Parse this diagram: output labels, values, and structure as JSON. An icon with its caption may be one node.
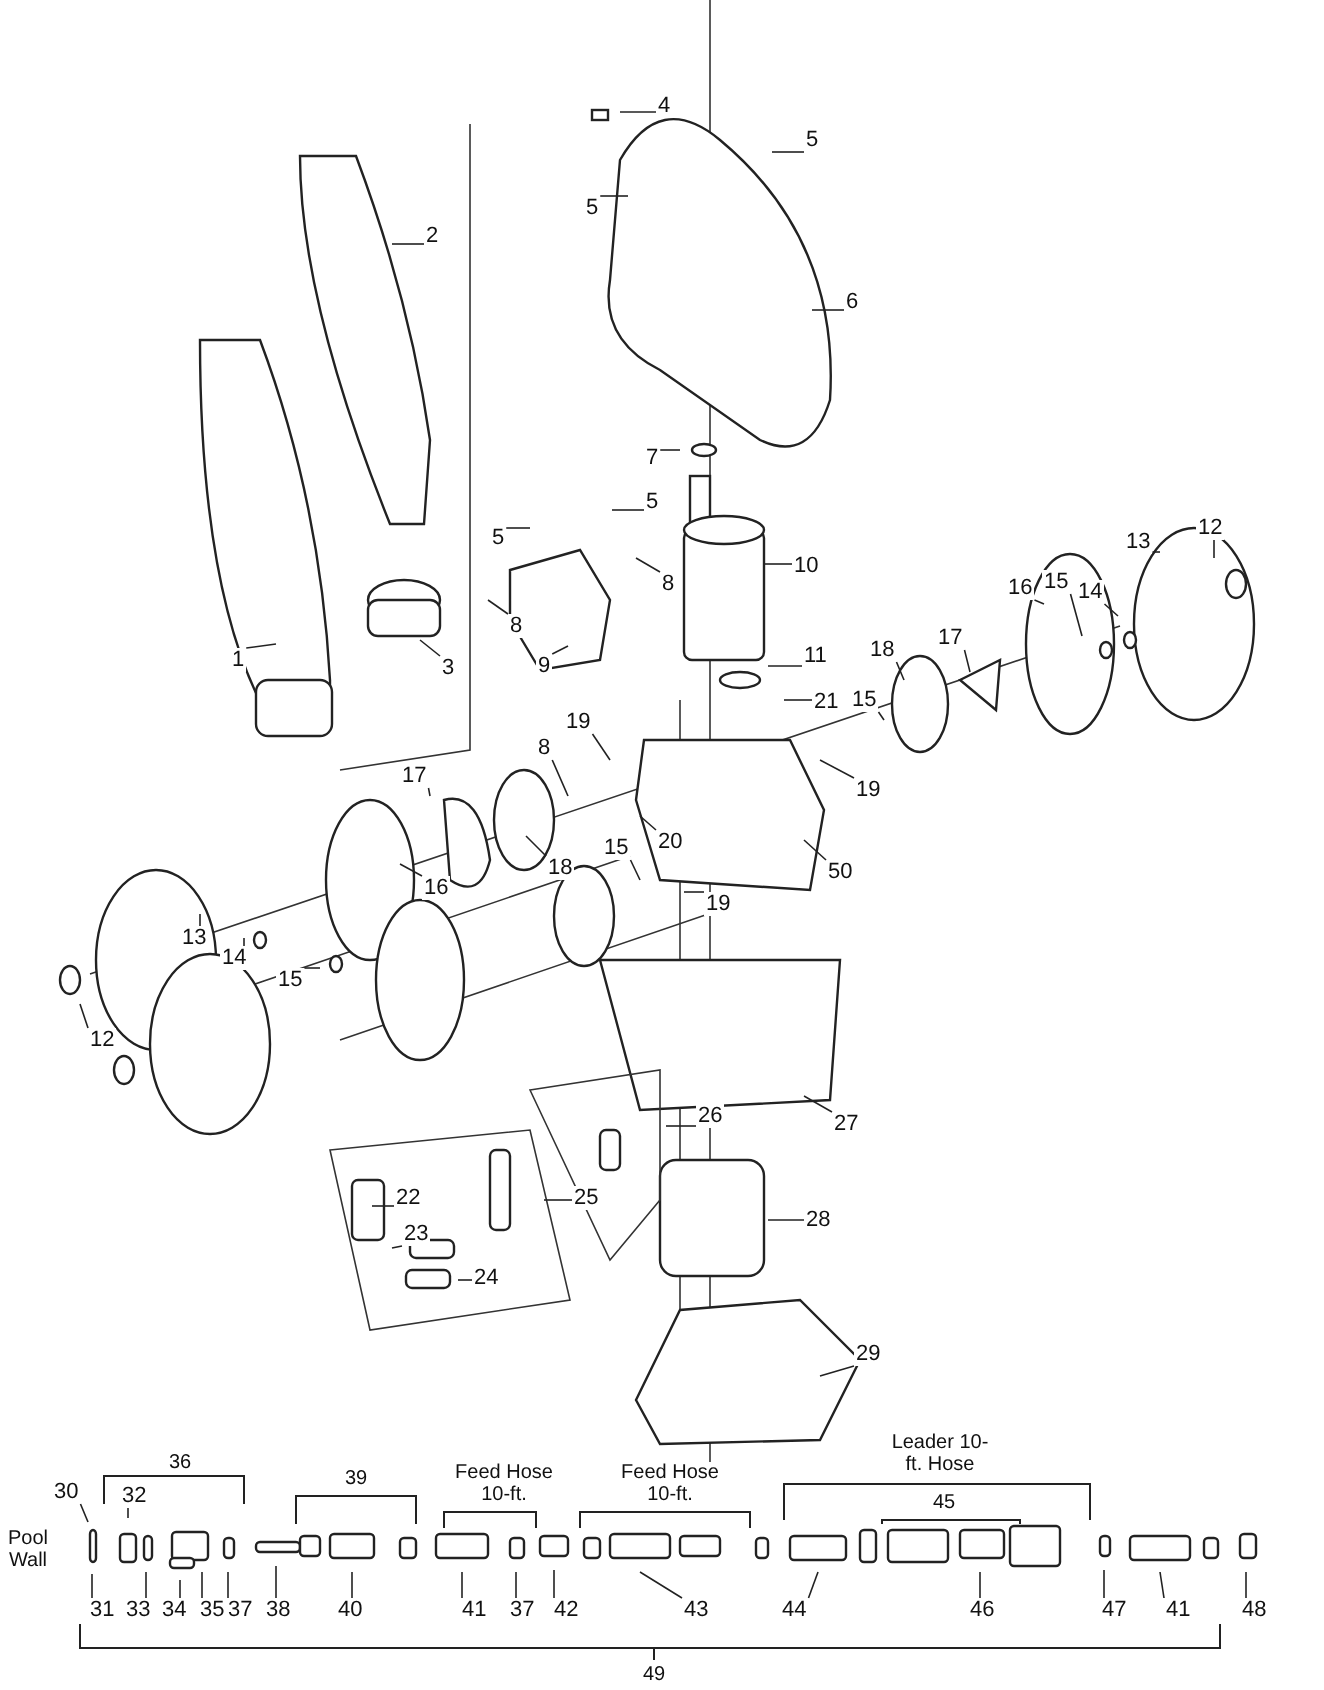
{
  "diagram": {
    "nodes": [
      {
        "text": [
          "4"
        ]
      },
      {
        "text": [
          "5"
        ]
      },
      {
        "text": [
          "2"
        ]
      },
      {
        "text": [
          "5"
        ]
      },
      {
        "text": [
          "6"
        ]
      },
      {
        "text": [
          "7"
        ]
      },
      {
        "text": [
          "5"
        ]
      },
      {
        "text": [
          "5"
        ]
      },
      {
        "text": [
          "13"
        ]
      },
      {
        "text": [
          "12"
        ]
      },
      {
        "text": [
          "10"
        ]
      },
      {
        "text": [
          "8"
        ]
      },
      {
        "text": [
          "16"
        ]
      },
      {
        "text": [
          "15"
        ]
      },
      {
        "text": [
          "14"
        ]
      },
      {
        "text": [
          "8"
        ]
      },
      {
        "text": [
          "18"
        ]
      },
      {
        "text": [
          "1"
        ]
      },
      {
        "text": [
          "17"
        ]
      },
      {
        "text": [
          "9"
        ]
      },
      {
        "text": [
          "11"
        ]
      },
      {
        "text": [
          "3"
        ]
      },
      {
        "text": [
          "15"
        ]
      },
      {
        "text": [
          "21"
        ]
      },
      {
        "text": [
          "8"
        ]
      },
      {
        "text": [
          "19"
        ]
      },
      {
        "text": [
          "17"
        ]
      },
      {
        "text": [
          "19"
        ]
      },
      {
        "text": [
          "20"
        ]
      },
      {
        "text": [
          "15"
        ]
      },
      {
        "text": [
          "18"
        ]
      },
      {
        "text": [
          "50"
        ]
      },
      {
        "text": [
          "16"
        ]
      },
      {
        "text": [
          "19"
        ]
      },
      {
        "text": [
          "13"
        ]
      },
      {
        "text": [
          "14"
        ]
      },
      {
        "text": [
          "15"
        ]
      },
      {
        "text": [
          "12"
        ]
      },
      {
        "text": [
          "26"
        ]
      },
      {
        "text": [
          "27"
        ]
      },
      {
        "text": [
          "22"
        ]
      },
      {
        "text": [
          "25"
        ]
      },
      {
        "text": [
          "28"
        ]
      },
      {
        "text": [
          "23"
        ]
      },
      {
        "text": [
          "24"
        ]
      },
      {
        "text": [
          "29"
        ]
      },
      {
        "text": [
          "30"
        ]
      },
      {
        "text": [
          "32"
        ]
      },
      {
        "text": [
          "31"
        ]
      },
      {
        "text": [
          "33"
        ]
      },
      {
        "text": [
          "34"
        ]
      },
      {
        "text": [
          "35"
        ]
      },
      {
        "text": [
          "37"
        ]
      },
      {
        "text": [
          "38"
        ]
      },
      {
        "text": [
          "40"
        ]
      },
      {
        "text": [
          "41"
        ]
      },
      {
        "text": [
          "37"
        ]
      },
      {
        "text": [
          "42"
        ]
      },
      {
        "text": [
          "43"
        ]
      },
      {
        "text": [
          "44"
        ]
      },
      {
        "text": [
          "46"
        ]
      },
      {
        "text": [
          "47"
        ]
      },
      {
        "text": [
          "41"
        ]
      },
      {
        "text": [
          "48"
        ]
      }
    ],
    "edges": [
      {
        "from": 0,
        "to": null,
        "arrow": "none"
      },
      {
        "from": 1,
        "to": null,
        "arrow": "none"
      },
      {
        "from": 2,
        "to": null,
        "arrow": "none"
      },
      {
        "from": 3,
        "to": null,
        "arrow": "none"
      },
      {
        "from": 4,
        "to": null,
        "arrow": "none"
      },
      {
        "from": 5,
        "to": null,
        "arrow": "none"
      },
      {
        "from": 6,
        "to": null,
        "arrow": "none"
      },
      {
        "from": 7,
        "to": null,
        "arrow": "none"
      },
      {
        "from": 8,
        "to": null,
        "arrow": "none"
      },
      {
        "from": 9,
        "to": null,
        "arrow": "none"
      },
      {
        "from": 10,
        "to": null,
        "arrow": "none"
      },
      {
        "from": 11,
        "to": null,
        "arrow": "none"
      },
      {
        "from": 12,
        "to": null,
        "arrow": "none"
      },
      {
        "from": 13,
        "to": null,
        "arrow": "none"
      },
      {
        "from": 14,
        "to": null,
        "arrow": "none"
      },
      {
        "from": 15,
        "to": null,
        "arrow": "none"
      },
      {
        "from": 16,
        "to": null,
        "arrow": "none"
      },
      {
        "from": 17,
        "to": null,
        "arrow": "none"
      },
      {
        "from": 18,
        "to": null,
        "arrow": "none"
      },
      {
        "from": 19,
        "to": null,
        "arrow": "none"
      },
      {
        "from": 20,
        "to": null,
        "arrow": "none"
      },
      {
        "from": 21,
        "to": null,
        "arrow": "none"
      },
      {
        "from": 22,
        "to": null,
        "arrow": "none"
      },
      {
        "from": 23,
        "to": null,
        "arrow": "none"
      },
      {
        "from": 24,
        "to": null,
        "arrow": "none"
      },
      {
        "from": 25,
        "to": null,
        "arrow": "none"
      },
      {
        "from": 26,
        "to": null,
        "arrow": "none"
      },
      {
        "from": 27,
        "to": null,
        "arrow": "none"
      },
      {
        "from": 28,
        "to": null,
        "arrow": "none"
      },
      {
        "from": 29,
        "to": null,
        "arrow": "none"
      },
      {
        "from": 30,
        "to": null,
        "arrow": "none"
      },
      {
        "from": 31,
        "to": null,
        "arrow": "none"
      },
      {
        "from": 32,
        "to": null,
        "arrow": "none"
      },
      {
        "from": 33,
        "to": null,
        "arrow": "none"
      },
      {
        "from": 34,
        "to": null,
        "arrow": "none"
      },
      {
        "from": 35,
        "to": null,
        "arrow": "none"
      },
      {
        "from": 36,
        "to": null,
        "arrow": "none"
      },
      {
        "from": 37,
        "to": null,
        "arrow": "none"
      },
      {
        "from": 38,
        "to": null,
        "arrow": "none"
      },
      {
        "from": 39,
        "to": null,
        "arrow": "none"
      },
      {
        "from": 40,
        "to": null,
        "arrow": "none"
      },
      {
        "from": 41,
        "to": null,
        "arrow": "none"
      },
      {
        "from": 42,
        "to": null,
        "arrow": "none"
      },
      {
        "from": 43,
        "to": null,
        "arrow": "none"
      },
      {
        "from": 44,
        "to": null,
        "arrow": "none"
      },
      {
        "from": 45,
        "to": null,
        "arrow": "none"
      },
      {
        "from": 46,
        "to": null,
        "arrow": "none"
      },
      {
        "from": 47,
        "to": null,
        "arrow": "none"
      },
      {
        "from": 48,
        "to": null,
        "arrow": "none"
      },
      {
        "from": 49,
        "to": null,
        "arrow": "none"
      },
      {
        "from": 50,
        "to": null,
        "arrow": "none"
      },
      {
        "from": 51,
        "to": null,
        "arrow": "none"
      },
      {
        "from": 52,
        "to": null,
        "arrow": "none"
      },
      {
        "from": 53,
        "to": null,
        "arrow": "none"
      },
      {
        "from": 54,
        "to": null,
        "arrow": "none"
      },
      {
        "from": 55,
        "to": null,
        "arrow": "none"
      },
      {
        "from": 56,
        "to": null,
        "arrow": "none"
      },
      {
        "from": 57,
        "to": null,
        "arrow": "none"
      },
      {
        "from": 58,
        "to": null,
        "arrow": "none"
      },
      {
        "from": 59,
        "to": null,
        "arrow": "none"
      },
      {
        "from": 60,
        "to": null,
        "arrow": "none"
      },
      {
        "from": 61,
        "to": null,
        "arrow": "none"
      },
      {
        "from": 62,
        "to": null,
        "arrow": "none"
      },
      {
        "from": 63,
        "to": null,
        "arrow": "none"
      }
    ],
    "labels": [
      "Leader 10-ft. Hose",
      "Feed Hose 10-ft.",
      "Feed Hose 10-ft.",
      "36",
      "39",
      "45",
      "Pool Wall",
      "49"
    ]
  }
}
